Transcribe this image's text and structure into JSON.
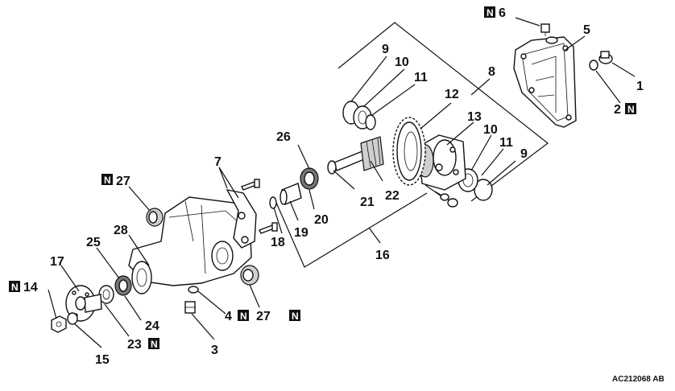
{
  "labels": [
    {
      "id": "l1",
      "text": "1"
    },
    {
      "id": "l2",
      "text": "2"
    },
    {
      "id": "l3",
      "text": "3"
    },
    {
      "id": "l4",
      "text": "4"
    },
    {
      "id": "l5",
      "text": "5"
    },
    {
      "id": "l6",
      "text": "6"
    },
    {
      "id": "l7",
      "text": "7"
    },
    {
      "id": "l8",
      "text": "8"
    },
    {
      "id": "l9a",
      "text": "9"
    },
    {
      "id": "l9b",
      "text": "9"
    },
    {
      "id": "l10a",
      "text": "10"
    },
    {
      "id": "l10b",
      "text": "10"
    },
    {
      "id": "l11a",
      "text": "11"
    },
    {
      "id": "l11b",
      "text": "11"
    },
    {
      "id": "l12",
      "text": "12"
    },
    {
      "id": "l13",
      "text": "13"
    },
    {
      "id": "l14",
      "text": "14"
    },
    {
      "id": "l15",
      "text": "15"
    },
    {
      "id": "l16",
      "text": "16"
    },
    {
      "id": "l17",
      "text": "17"
    },
    {
      "id": "l18",
      "text": "18"
    },
    {
      "id": "l19",
      "text": "19"
    },
    {
      "id": "l20",
      "text": "20"
    },
    {
      "id": "l21",
      "text": "21"
    },
    {
      "id": "l22",
      "text": "22"
    },
    {
      "id": "l23",
      "text": "23"
    },
    {
      "id": "l24",
      "text": "24"
    },
    {
      "id": "l25",
      "text": "25"
    },
    {
      "id": "l26",
      "text": "26"
    },
    {
      "id": "l27a",
      "text": "27"
    },
    {
      "id": "l27b",
      "text": "27"
    },
    {
      "id": "l28",
      "text": "28"
    }
  ],
  "marker": "N",
  "figure_code": "AC212068 AB"
}
